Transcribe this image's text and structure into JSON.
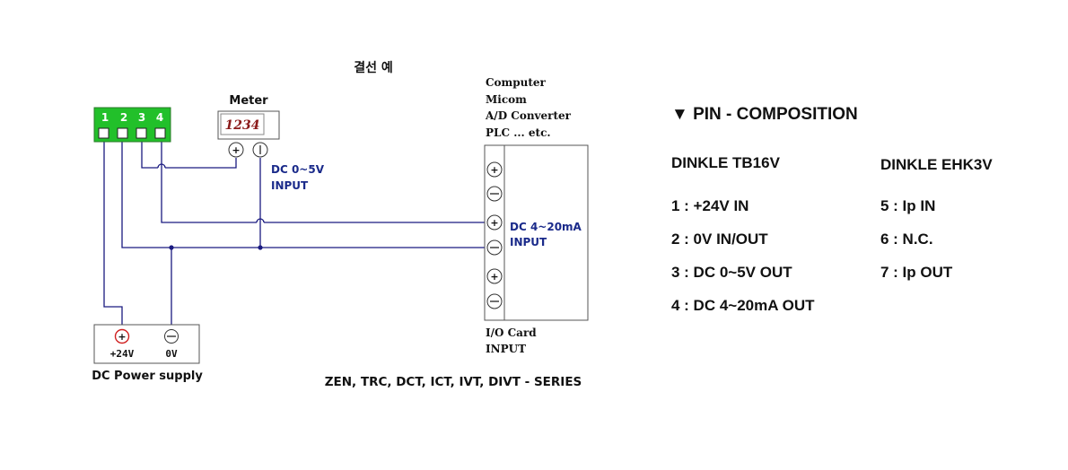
{
  "diagram": {
    "title": "결선 예",
    "terminal_block": {
      "pins": [
        "1",
        "2",
        "3",
        "4"
      ],
      "color": "#22c02a"
    },
    "meter": {
      "label": "Meter",
      "display": "1234",
      "display_color": "#8b1a1a"
    },
    "meter_input": {
      "line1": "DC 0~5V",
      "line2": "INPUT"
    },
    "computer": {
      "lines": [
        "Computer",
        "Micom",
        "A/D Converter",
        "PLC ... etc."
      ]
    },
    "current_input": {
      "line1": "DC 4~20mA",
      "line2": "INPUT"
    },
    "io_card": {
      "line1": "I/O Card",
      "line2": "INPUT"
    },
    "power_supply": {
      "label": "DC Power supply",
      "plus": "+24V",
      "zero": "0V"
    },
    "series": "ZEN, TRC, DCT, ICT, IVT, DIVT - SERIES",
    "wire_color": "#1a1a80",
    "label_color": "#1a2a8a"
  },
  "pin_composition": {
    "heading": "▼ PIN - COMPOSITION",
    "col1_title": "DINKLE TB16V",
    "col2_title": "DINKLE EHK3V",
    "col1_items": [
      "1 : +24V IN",
      "2 : 0V IN/OUT",
      "3 : DC 0~5V OUT",
      "4 : DC 4~20mA OUT"
    ],
    "col2_items": [
      "5 : Ip IN",
      "6 : N.C.",
      "7 : Ip OUT"
    ]
  }
}
